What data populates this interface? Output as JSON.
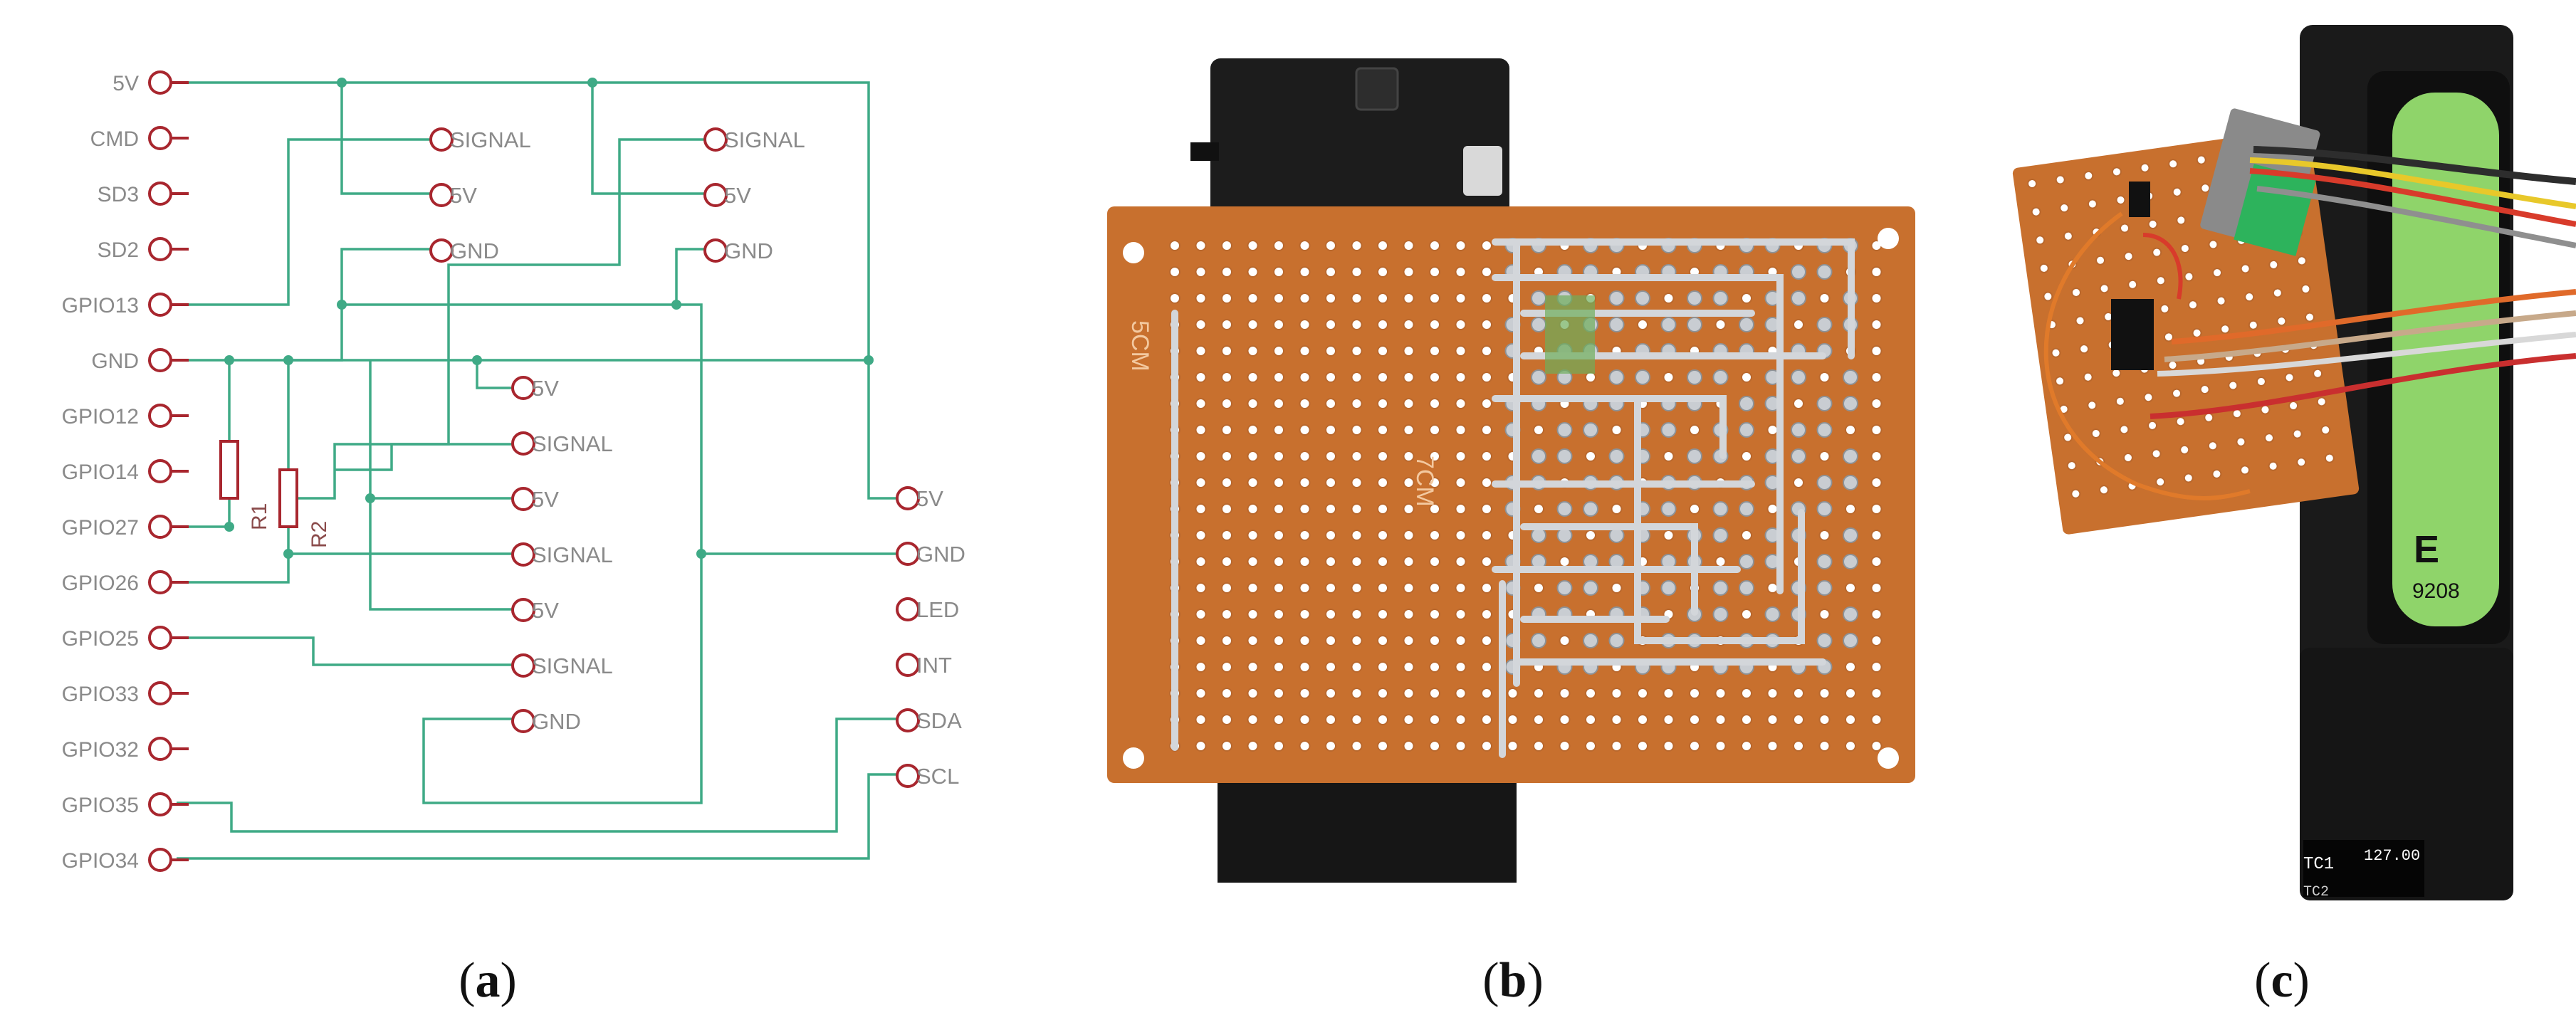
{
  "panel_a": {
    "left_pins": [
      "5V",
      "CMD",
      "SD3",
      "SD2",
      "GPIO13",
      "GND",
      "GPIO12",
      "GPIO14",
      "GPIO27",
      "GPIO26",
      "GPIO25",
      "GPIO33",
      "GPIO32",
      "GPIO35",
      "GPIO34"
    ],
    "sensor_top_1": [
      "SIGNAL",
      "5V",
      "GND"
    ],
    "sensor_top_2": [
      "SIGNAL",
      "5V",
      "GND"
    ],
    "middle_nets": [
      "5V",
      "SIGNAL",
      "5V",
      "SIGNAL",
      "5V",
      "SIGNAL",
      "GND"
    ],
    "right_pins": [
      "5V",
      "GND",
      "LED",
      "INT",
      "SDA",
      "SCL"
    ],
    "resistors": [
      "R1",
      "R2"
    ],
    "caption": {
      "open": "(",
      "letter": "a",
      "close": ")"
    }
  },
  "panel_b": {
    "silkscreen_left": "5CM",
    "silkscreen_mid": "7CM",
    "caption": {
      "open": "(",
      "letter": "b",
      "close": ")"
    }
  },
  "panel_c": {
    "battery_mark": "E",
    "battery_code": "9208",
    "display_text_1": "TC1",
    "display_text_2": "127.00",
    "display_text_3": "TC2",
    "caption": {
      "open": "(",
      "letter": "c",
      "close": ")"
    }
  },
  "colors": {
    "wire": "#3faa86",
    "pin": "#a8262e",
    "pcb": "#c8702e",
    "battery": "#8fd46a"
  }
}
